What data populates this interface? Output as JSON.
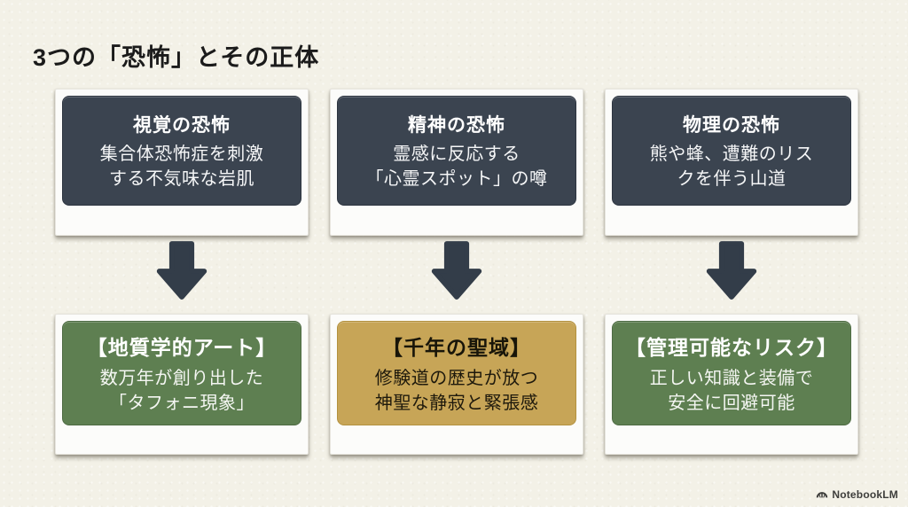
{
  "page": {
    "title": "3つの「恐怖」とその正体"
  },
  "columns": [
    {
      "fear": {
        "title": "視覚の恐怖",
        "body": "集合体恐怖症を刺激\nする不気味な岩肌"
      },
      "reality": {
        "title": "【地質学的アート】",
        "body": "数万年が創り出した\n「タフォニ現象」",
        "theme": "green"
      }
    },
    {
      "fear": {
        "title": "精神の恐怖",
        "body": "霊感に反応する\n「心霊スポット」の噂"
      },
      "reality": {
        "title": "【千年の聖域】",
        "body": "修験道の歴史が放つ\n神聖な静寂と緊張感",
        "theme": "gold"
      }
    },
    {
      "fear": {
        "title": "物理の恐怖",
        "body": "熊や蜂、遭難のリス\nクを伴う山道"
      },
      "reality": {
        "title": "【管理可能なリスク】",
        "body": "正しい知識と装備で\n安全に回避可能",
        "theme": "green"
      }
    }
  ],
  "footer": {
    "brand": "NotebookLM"
  },
  "colors": {
    "background": "#f3f1e7",
    "fear_panel": "#3b4450",
    "reality_green": "#5e7f51",
    "reality_gold": "#c7a557",
    "arrow": "#333d49",
    "card": "#fcfcfa",
    "title_text": "#1b1b1b"
  }
}
